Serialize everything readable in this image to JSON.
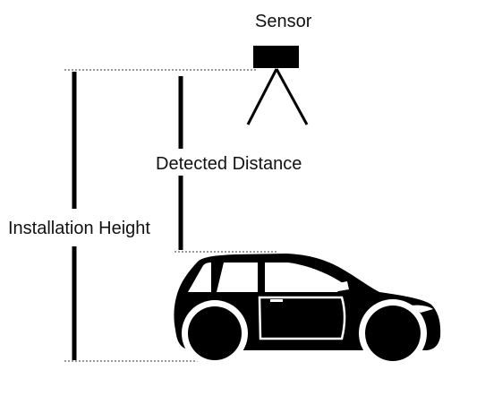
{
  "labels": {
    "sensor": "Sensor",
    "detected_distance": "Detected Distance",
    "installation_height": "Installation Height"
  },
  "colors": {
    "ink": "#000000",
    "guide_line": "#9a9a9a",
    "background": "#ffffff"
  },
  "icons": [
    "sensor-icon",
    "car-icon"
  ]
}
